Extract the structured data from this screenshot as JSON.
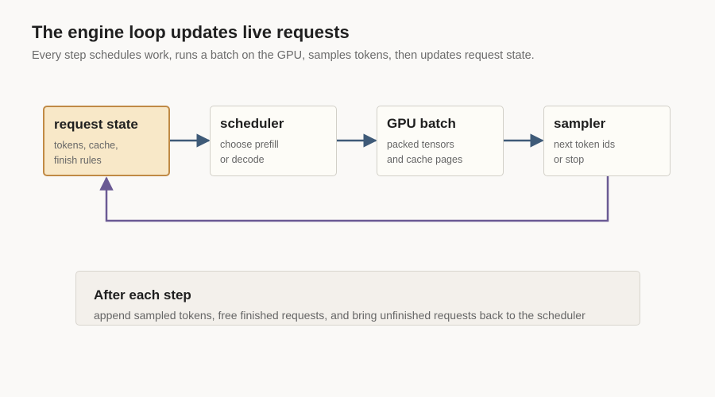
{
  "header": {
    "title": "The engine loop updates live requests",
    "subtitle": "Every step schedules work, runs a batch on the GPU, samples tokens, then updates request state."
  },
  "nodes": [
    {
      "title": "request state",
      "line1": "tokens, cache,",
      "line2": "finish rules",
      "highlighted": true
    },
    {
      "title": "scheduler",
      "line1": "choose prefill",
      "line2": "or decode",
      "highlighted": false
    },
    {
      "title": "GPU batch",
      "line1": "packed tensors",
      "line2": "and cache pages",
      "highlighted": false
    },
    {
      "title": "sampler",
      "line1": "next token ids",
      "line2": "or stop",
      "highlighted": false
    }
  ],
  "summary": {
    "title": "After each step",
    "text": "append sampled tokens, free finished requests, and bring unfinished requests back to the scheduler"
  },
  "colors": {
    "forward_arrow": "#3e5a78",
    "loop_arrow": "#6a5a94",
    "highlight_fill": "#f8e8c8",
    "highlight_border": "#c08a45"
  }
}
